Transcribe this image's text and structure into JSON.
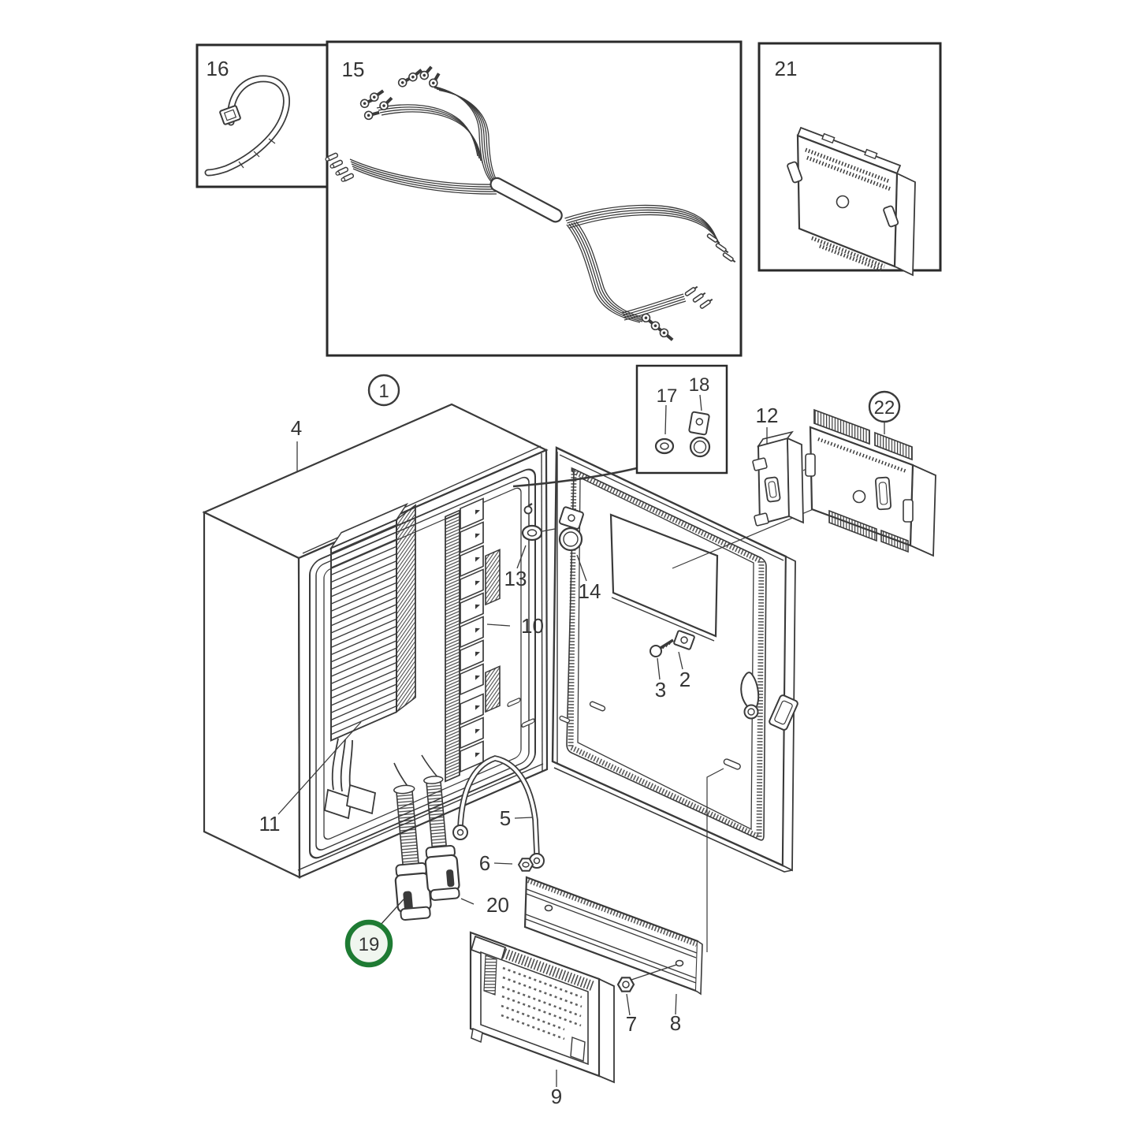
{
  "figure": {
    "kind": "exploded-parts-diagram",
    "background": "#ffffff",
    "line_color": "#3a3a3a",
    "highlight": {
      "part": "19",
      "ring_color": "#1e7b33",
      "fill_color": "#f0f6ef"
    },
    "circled_parts": [
      "1",
      "22"
    ],
    "highlighted_parts": [
      "19"
    ]
  },
  "labels": {
    "n1": "1",
    "n2": "2",
    "n3": "3",
    "n4": "4",
    "n5": "5",
    "n6": "6",
    "n7": "7",
    "n8": "8",
    "n9": "9",
    "n10": "10",
    "n11": "11",
    "n12": "12",
    "n13": "13",
    "n14": "14",
    "n15": "15",
    "n16": "16",
    "n17": "17",
    "n18": "18",
    "n19": "19",
    "n20": "20",
    "n21": "21",
    "n22": "22"
  }
}
